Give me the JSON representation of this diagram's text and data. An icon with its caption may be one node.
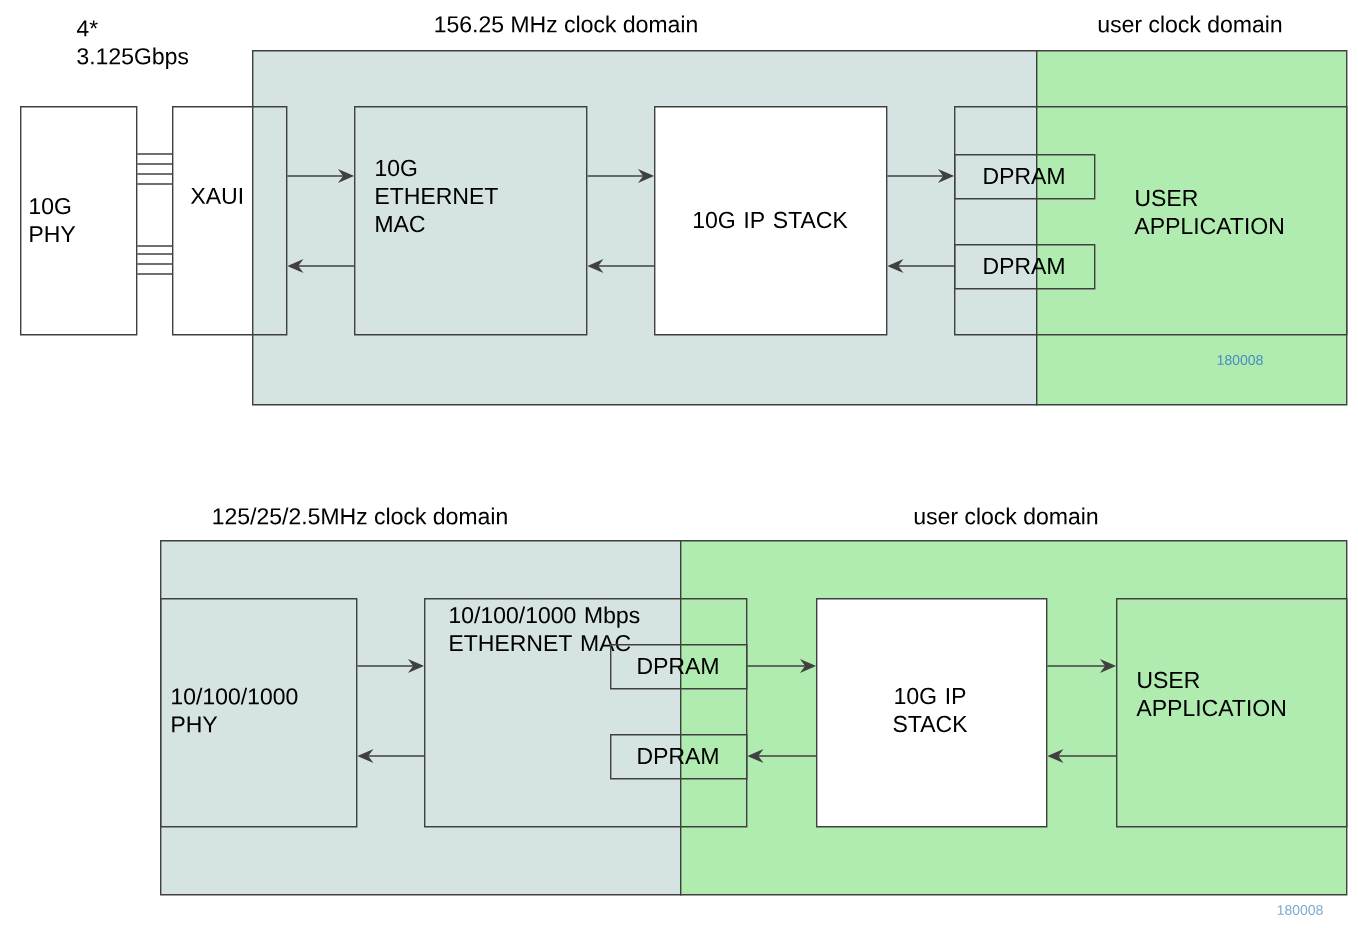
{
  "diagram": {
    "nodes": [
      {
        "text": [
          "156.25 MHz clock domain"
        ]
      },
      {
        "text": [
          "user clock domain"
        ]
      },
      {
        "text": [
          "10G PHY"
        ]
      },
      {
        "text": [
          "XAUI"
        ]
      },
      {
        "text": [
          "10G ETHERNET MAC"
        ],
        "in": 0
      },
      {
        "text": [
          "10G IP STACK"
        ],
        "in": 0
      },
      {
        "text": [
          "USER APPLICATION"
        ]
      },
      {
        "text": [
          "DPRAM"
        ],
        "in": 6
      },
      {
        "text": [
          "DPRAM"
        ],
        "in": 6
      },
      {
        "text": [
          "125/25/2.5MHz clock domain"
        ]
      },
      {
        "text": [
          "user clock domain"
        ]
      },
      {
        "text": [
          "10/100/1000 PHY"
        ],
        "in": 9
      },
      {
        "text": [
          "10/100/1000 Mbps ETHERNET MAC"
        ]
      },
      {
        "text": [
          "DPRAM"
        ],
        "in": 12
      },
      {
        "text": [
          "DPRAM"
        ],
        "in": 12
      },
      {
        "text": [
          "10G IP STACK"
        ],
        "in": 10
      },
      {
        "text": [
          "USER APPLICATION"
        ],
        "in": 10
      }
    ],
    "edges": [
      {
        "from": 2,
        "to": 3,
        "arrow": "none"
      },
      {
        "from": 2,
        "to": 3,
        "arrow": "none"
      },
      {
        "from": 2,
        "to": 3,
        "arrow": "none"
      },
      {
        "from": 2,
        "to": 3,
        "arrow": "none"
      },
      {
        "from": 2,
        "to": 3,
        "arrow": "none"
      },
      {
        "from": 2,
        "to": 3,
        "arrow": "none"
      },
      {
        "from": 2,
        "to": 3,
        "arrow": "none"
      },
      {
        "from": 2,
        "to": 3,
        "arrow": "none"
      },
      {
        "from": 3,
        "to": 4,
        "arrow": "to"
      },
      {
        "from": 4,
        "to": 3,
        "arrow": "to"
      },
      {
        "from": 4,
        "to": 5,
        "arrow": "to"
      },
      {
        "from": 5,
        "to": 4,
        "arrow": "to"
      },
      {
        "from": 5,
        "to": 7,
        "arrow": "to"
      },
      {
        "from": 8,
        "to": 5,
        "arrow": "to"
      },
      {
        "from": 11,
        "to": 12,
        "arrow": "to"
      },
      {
        "from": 12,
        "to": 11,
        "arrow": "to"
      },
      {
        "from": 13,
        "to": 15,
        "arrow": "to"
      },
      {
        "from": 15,
        "to": 14,
        "arrow": "to"
      },
      {
        "from": 15,
        "to": 16,
        "arrow": "to"
      },
      {
        "from": 16,
        "to": 15,
        "arrow": "to"
      }
    ],
    "labels": [
      "4* 3.125Gbps",
      "180008",
      "180008"
    ]
  }
}
